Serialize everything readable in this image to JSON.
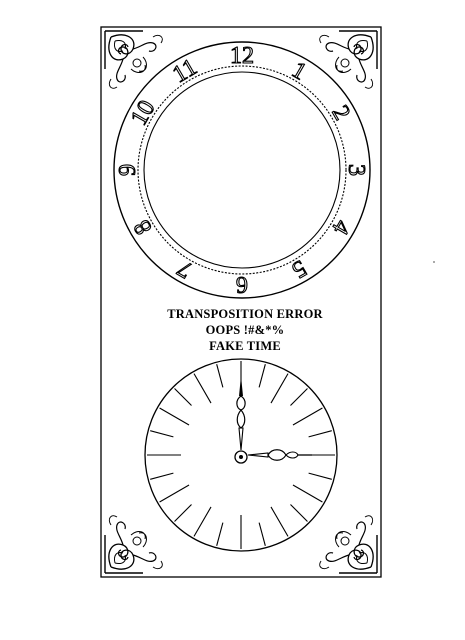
{
  "caption": {
    "line1": "TRANSPOSITION ERROR",
    "line2": "OOPS !#&*%",
    "line3": "FAKE TIME"
  },
  "dial_numerals": [
    "12",
    "1",
    "2",
    "3",
    "4",
    "5",
    "6",
    "7",
    "8",
    "9",
    "10",
    "11"
  ],
  "colors": {
    "ink": "#000000",
    "paper": "#ffffff"
  },
  "icons": [
    "scroll-ornament-icon",
    "clock-hand-icon"
  ]
}
